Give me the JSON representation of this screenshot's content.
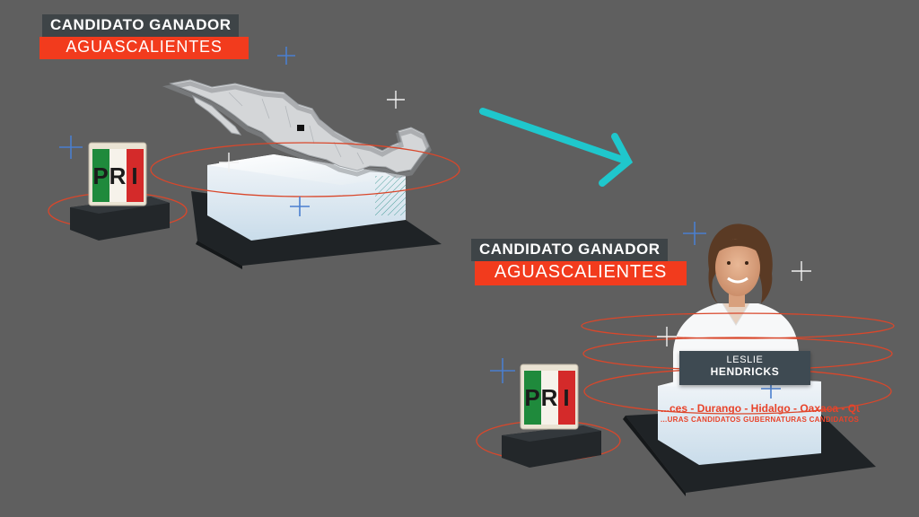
{
  "colors": {
    "background": "#5f5f5f",
    "title_dark": "#3e4447",
    "title_red": "#f23b1d",
    "arrow": "#1fc7cc",
    "ring": "#d9472b",
    "crosshair_blue": "#4a7fcf",
    "pri_green": "#1f8a3c",
    "pri_red": "#d42a2a"
  },
  "card_top": {
    "title": "CANDIDATO GANADOR",
    "subtitle": "AGUASCALIENTES"
  },
  "card_bottom": {
    "title": "CANDIDATO GANADOR",
    "subtitle": "AGUASCALIENTES"
  },
  "candidate": {
    "first_name": "LESLIE",
    "last_name": "HENDRICKS"
  },
  "ticker": {
    "line1": "...ces - Durango - Hidalgo - Oaxaca - Qu",
    "line2": "...URAS CANDIDATOS  GUBERNATURAS CANDIDATOS"
  },
  "logo": {
    "letters": [
      "P",
      "R",
      "I"
    ]
  },
  "icons": [
    "crosshair-icon",
    "arrow-right-icon",
    "pri-logo-icon",
    "map-mexico-icon"
  ]
}
